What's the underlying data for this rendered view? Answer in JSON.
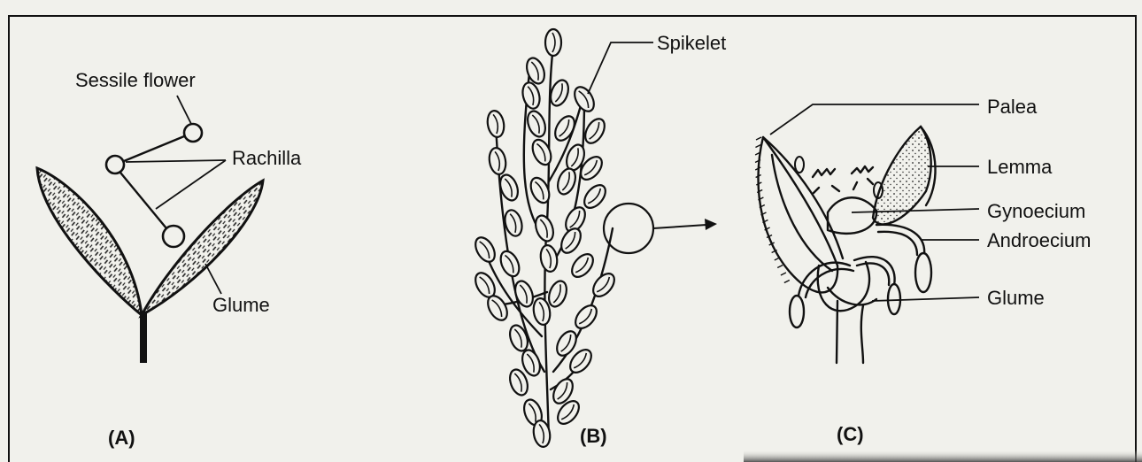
{
  "figure_a": {
    "panel_label": "(A)",
    "labels": {
      "sessile_flower": "Sessile flower",
      "rachilla": "Rachilla",
      "glume": "Glume"
    }
  },
  "figure_b": {
    "panel_label": "(B)",
    "labels": {
      "spikelet": "Spikelet"
    }
  },
  "figure_c": {
    "panel_label": "(C)",
    "labels": {
      "palea": "Palea",
      "lemma": "Lemma",
      "gynoecium": "Gynoecium",
      "androecium": "Androecium",
      "glume": "Glume"
    }
  },
  "colors": {
    "ink": "#111111",
    "paper": "#f1f1ec"
  }
}
